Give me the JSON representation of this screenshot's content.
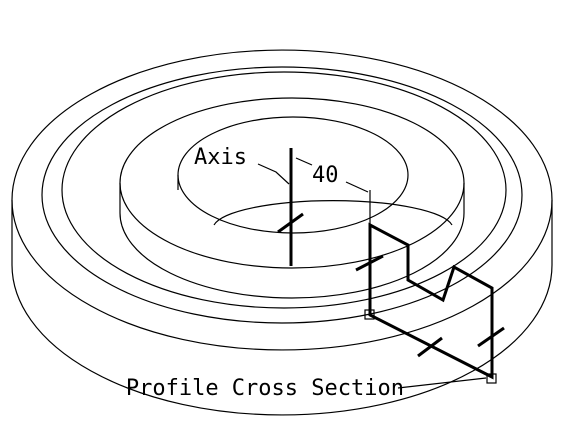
{
  "labels": {
    "axis": "Axis",
    "dimension": "40",
    "profile": "Profile Cross Section"
  },
  "colors": {
    "ink": "#000000",
    "background": "#ffffff"
  }
}
